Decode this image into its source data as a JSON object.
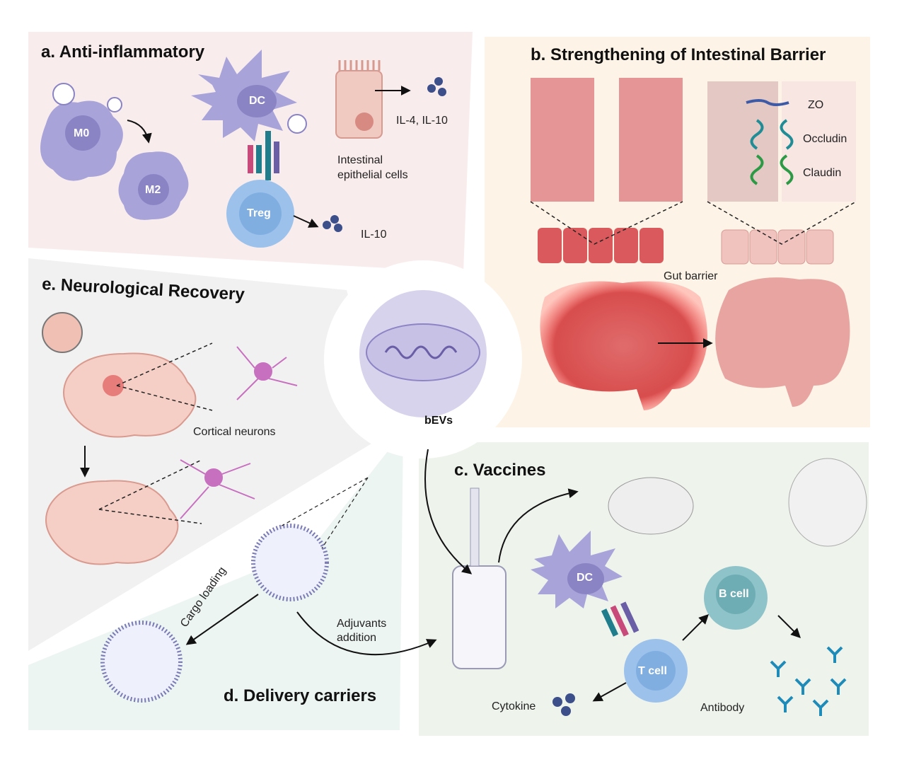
{
  "panels": {
    "a": {
      "title": "a. Anti-inflammatory",
      "m0": "M0",
      "m2": "M2",
      "dc": "DC",
      "treg": "Treg",
      "il4_il10": "IL-4, IL-10",
      "epithelial": "Intestinal\nepithelial cells",
      "il10": "IL-10"
    },
    "b": {
      "title": "b. Strengthening of Intestinal Barrier",
      "zo": "ZO",
      "occludin": "Occludin",
      "claudin": "Claudin",
      "gut_barrier": "Gut barrier"
    },
    "c": {
      "title": "c. Vaccines",
      "dc": "DC",
      "b_cell": "B cell",
      "t_cell": "T cell",
      "cytokine": "Cytokine",
      "antibody": "Antibody"
    },
    "d": {
      "title": "d. Delivery carriers",
      "cargo_loading": "Cargo loading",
      "adjuvants": "Adjuvants\naddition"
    },
    "e": {
      "title": "e. Neurological Recovery",
      "cortical_neurons": "Cortical neurons"
    },
    "center": {
      "label": "bEVs"
    }
  },
  "colors": {
    "panel_a_bg": "#f9ecec",
    "panel_b_bg": "#fdf3e6",
    "panel_c_bg": "#eef3ec",
    "panel_d_bg": "#edf5f3",
    "panel_e_bg": "#f1f1f1",
    "cell_purple": "#a8a3d9",
    "treg_blue": "#9cc2ec",
    "bcell_teal": "#8ec3c9",
    "gut_red": "#e88585",
    "gut_pink": "#eab0ac"
  }
}
